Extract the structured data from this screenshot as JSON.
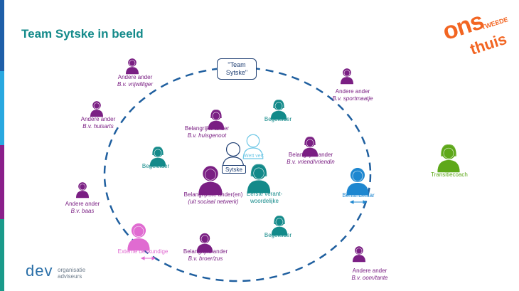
{
  "title": "Team Sytske in beeld",
  "colors": {
    "purple": "#7a1f83",
    "teal": "#138a8a",
    "green": "#5ea81a",
    "blue": "#1e87d0",
    "pink": "#e06bd1",
    "lightblue": "#6ec7e6",
    "navy": "#1f3f73",
    "orange": "#f26522"
  },
  "center": {
    "team_line1": "\"Team",
    "team_line2": "Sytske\"",
    "sytske": "Sytske",
    "wettelijk": "Wett vert"
  },
  "nodes": {
    "andere_vrijwilliger": {
      "label": "Andere ander",
      "sub": "B.v. vrijwilliger"
    },
    "andere_sportmaatje": {
      "label": "Andere ander",
      "sub": "B.v. sportmaatje"
    },
    "andere_huisarts": {
      "label": "Andere ander",
      "sub": "B.v. huisarts"
    },
    "andere_baas": {
      "label": "Andere ander",
      "sub": "B.v. baas"
    },
    "andere_oom": {
      "label": "Andere ander",
      "sub": "B.v. oom/tante"
    },
    "belangrijke_huisgenoot": {
      "label": "Belangrijke ander",
      "sub": "B.v. huisgenoot"
    },
    "belangrijke_vriend": {
      "label": "Belangrijke ander",
      "sub": "B.v. vriend/vriendin"
    },
    "belangrijke_broer": {
      "label": "Belangrijke ander",
      "sub": "B.v. broer/zus"
    },
    "belangrijkste": {
      "label": "Belangrijkste ander(en)",
      "sub": "(uit sociaal netwerk)"
    },
    "begeleider_top": {
      "label": "Begeleider"
    },
    "begeleider_left": {
      "label": "Begeleider"
    },
    "begeleider_bottom": {
      "label": "Begeleider"
    },
    "eerste": {
      "line1": "Eerste verant-",
      "line2": "woordelijke"
    },
    "behandelaar": {
      "label": "Behandelaar"
    },
    "transitiecoach": {
      "label": "Transitiecoach"
    },
    "externe": {
      "label": "Externe deskundige"
    }
  },
  "logo": {
    "ons": "ons",
    "tweede": "TWEEDE",
    "thuis": "thuis"
  },
  "dev_logo": {
    "word": "dev",
    "line1": "organisatie",
    "line2": "adviseurs"
  }
}
